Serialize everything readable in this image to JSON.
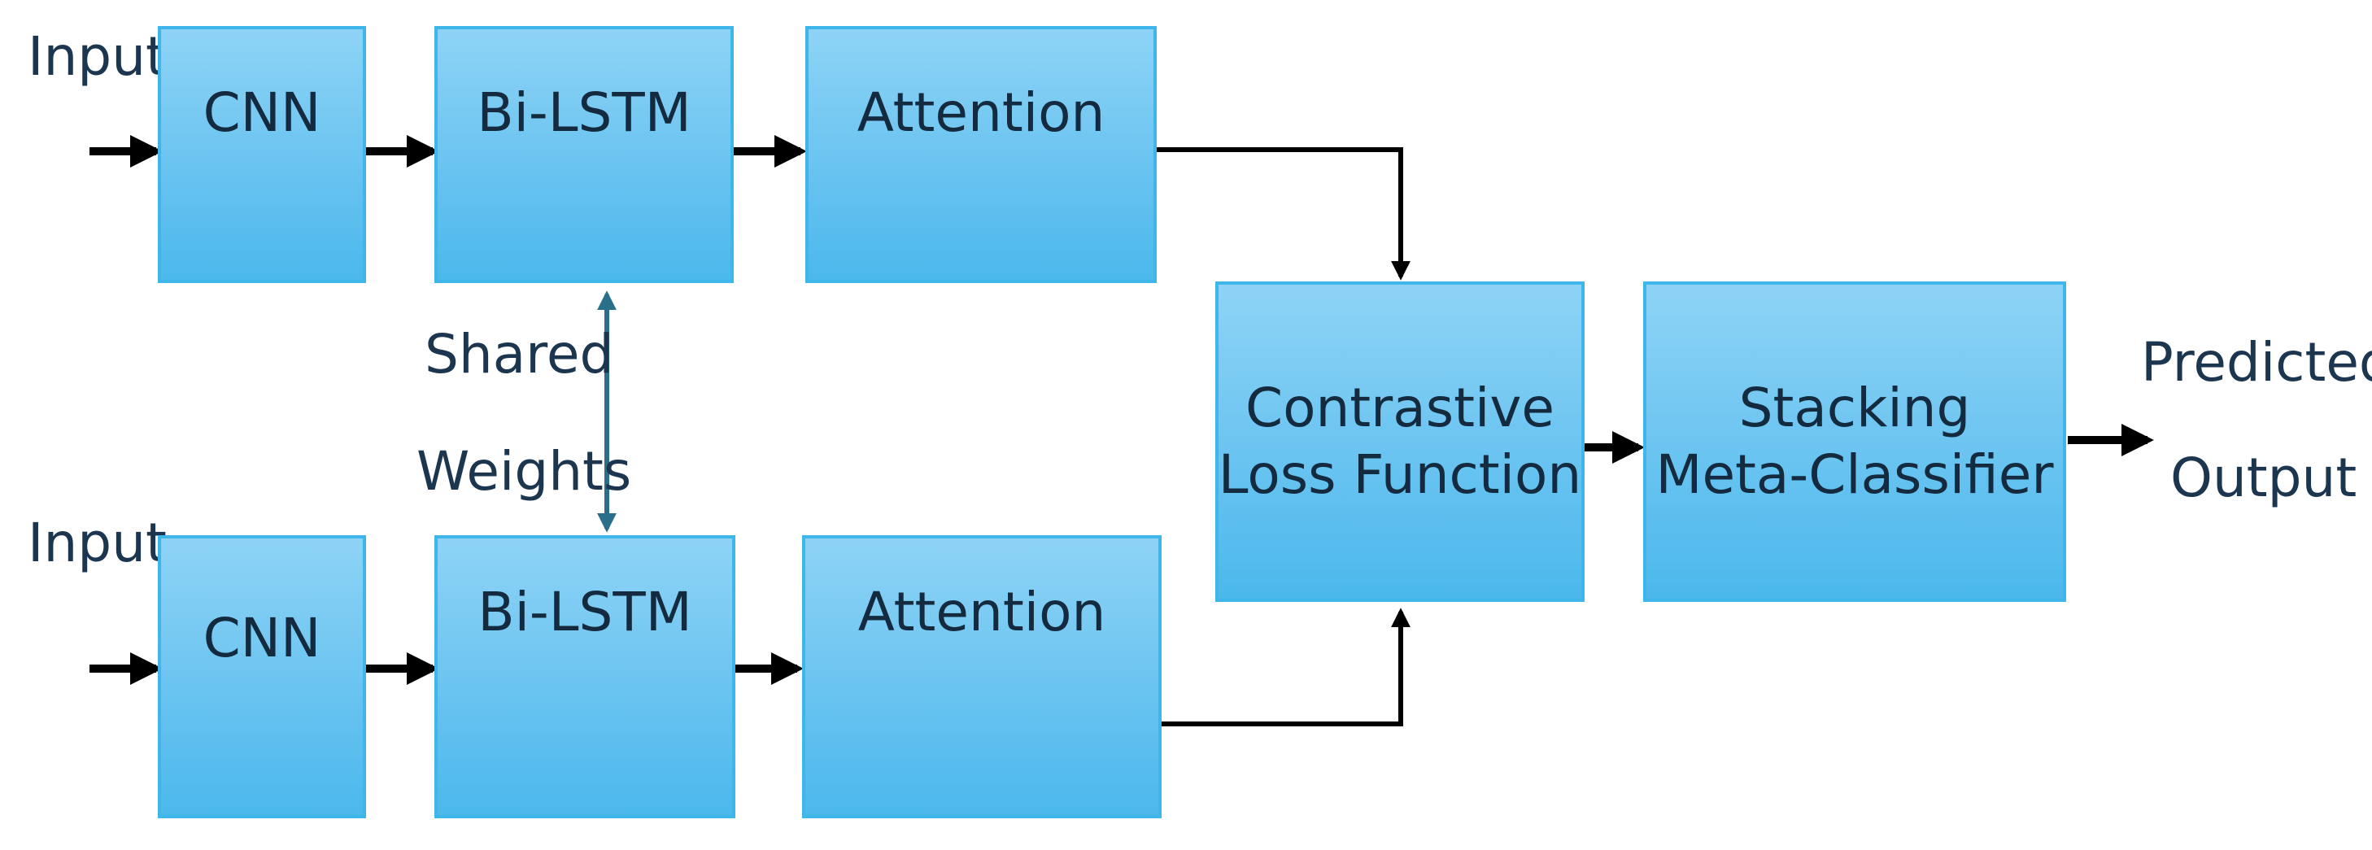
{
  "diagram": {
    "inputs": {
      "top": "Input",
      "bottom": "Input"
    },
    "branch_top": {
      "cnn": "CNN",
      "bilstm": "Bi-LSTM",
      "attention": "Attention"
    },
    "branch_bottom": {
      "cnn": "CNN",
      "bilstm": "Bi-LSTM",
      "attention": "Attention"
    },
    "shared_weights": {
      "line1": "Shared",
      "line2": "Weights"
    },
    "contrastive_loss": {
      "line1": "Contrastive",
      "line2": "Loss Function"
    },
    "meta_classifier": {
      "line1": "Stacking",
      "line2": "Meta-Classifier"
    },
    "output": {
      "line1": "Predicted",
      "line2": "Output"
    },
    "colors": {
      "box_border": "#3fb6ea",
      "box_fill_top": "#8ed3f6",
      "box_fill_bottom": "#4bb8ec",
      "arrow": "#000000",
      "shared_weights_arrow": "#2a6f8a",
      "text": "#142a3e"
    }
  }
}
